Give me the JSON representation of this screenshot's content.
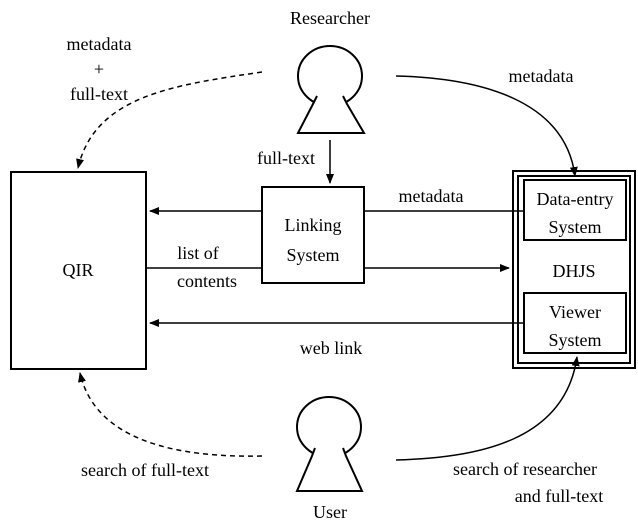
{
  "nodes": {
    "researcher": {
      "label": "Researcher"
    },
    "user": {
      "label": "User"
    },
    "qir": {
      "label": "QIR"
    },
    "linking": {
      "line1": "Linking",
      "line2": "System"
    },
    "dhjs": {
      "label": "DHJS"
    },
    "data_entry": {
      "line1": "Data-entry",
      "line2": "System"
    },
    "viewer": {
      "line1": "Viewer",
      "line2": "System"
    }
  },
  "edges": {
    "researcher_to_qir": {
      "line1": "metadata",
      "line2": "+",
      "line3": "full-text",
      "style": "dashed"
    },
    "researcher_to_dataentry": {
      "label": "metadata",
      "style": "solid"
    },
    "researcher_to_linking": {
      "label": "full-text",
      "style": "solid"
    },
    "dataentry_to_linking": {
      "label": "metadata",
      "style": "solid"
    },
    "linking_to_qir": {
      "line1": "list of",
      "line2": "contents",
      "style": "solid"
    },
    "viewer_to_qir": {
      "label": "web link",
      "style": "solid"
    },
    "user_to_qir": {
      "label": "search of full-text",
      "style": "dashed"
    },
    "user_to_viewer": {
      "line1": "search of researcher",
      "line2": "and full-text",
      "style": "solid"
    }
  },
  "colors": {
    "stroke": "#000000",
    "background": "#ffffff"
  }
}
